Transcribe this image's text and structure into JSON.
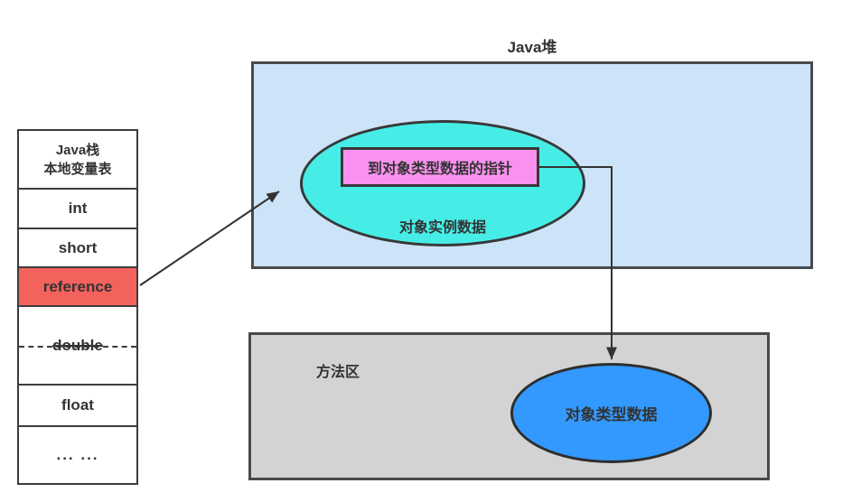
{
  "stack": {
    "title_line1": "Java栈",
    "title_line2": "本地变量表",
    "rows": [
      "int",
      "short",
      "reference",
      "double",
      "float",
      "... ..."
    ]
  },
  "heap": {
    "label": "Java堆",
    "pointer_label": "到对象类型数据的指针",
    "instance_label": "对象实例数据"
  },
  "method_area": {
    "label": "方法区",
    "type_label": "对象类型数据"
  },
  "colors": {
    "heap_fill": "#cde3f8",
    "method_fill": "#d3d3d3",
    "instance_ellipse_fill": "#46EDE6",
    "pointer_box_fill": "#FA91F0",
    "type_ellipse_fill": "#3399FE",
    "reference_cell_fill": "#F4625E",
    "border": "#3c3c3c",
    "arrow": "#333333"
  }
}
